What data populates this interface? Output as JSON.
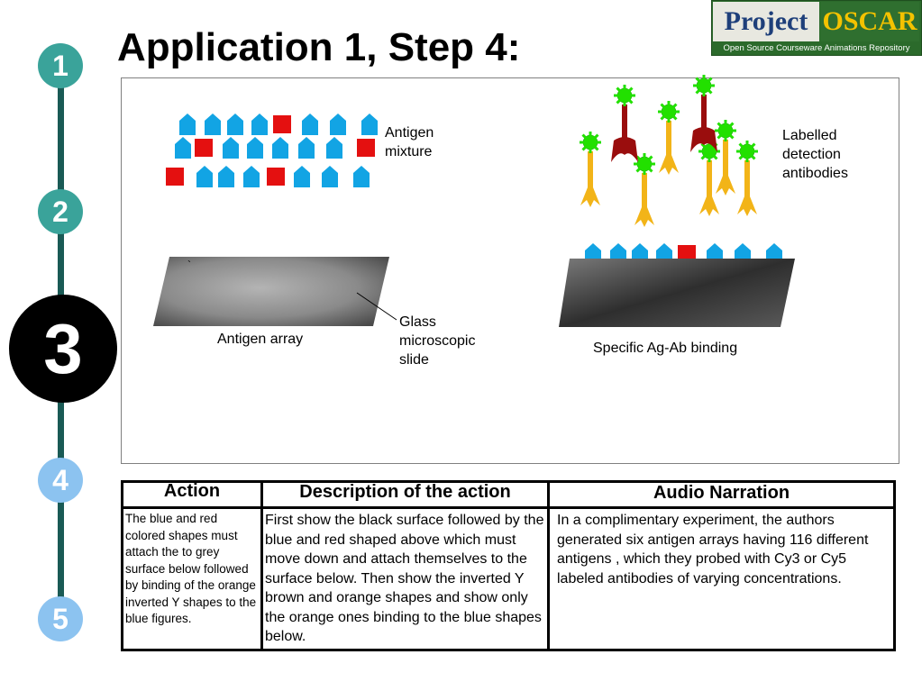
{
  "title": "Application 1, Step 4:",
  "logo": {
    "word1": "Project",
    "word2": "OSCAR",
    "tagline": "Open Source Courseware Animations Repository"
  },
  "steps": [
    "1",
    "2",
    "3",
    "4",
    "5"
  ],
  "colors": {
    "blue_shape": "#12a4e4",
    "red_shape": "#e41010",
    "green_label": "#22e000",
    "orange_antibody": "#f2b418",
    "brown_antibody": "#9a0d0d",
    "teal_step": "#3aa39a",
    "light_step": "#8cc3f0"
  },
  "diagram": {
    "antigen_mixture_label": "Antigen mixture",
    "labelled_antibodies_label": "Labelled detection antibodies",
    "antigen_array_label": "Antigen array",
    "glass_slide_label": "Glass microscopic slide",
    "binding_label": "Specific Ag-Ab binding",
    "slide_mark": "`"
  },
  "table": {
    "headers": [
      "Action",
      "Description of the action",
      "Audio Narration"
    ],
    "action": "The blue and red colored shapes must attach the to grey surface below followed by binding of the orange inverted Y shapes to the blue figures.",
    "description": "First show the black surface followed by the blue and red shaped above which must move down and attach themselves to the surface below. Then show the inverted Y brown and orange shapes and show only the orange ones binding to the blue shapes below.",
    "narration": "In a complimentary experiment, the authors generated six antigen arrays having 116 different antigens , which they probed with Cy3 or Cy5 labeled antibodies of varying concentrations."
  }
}
